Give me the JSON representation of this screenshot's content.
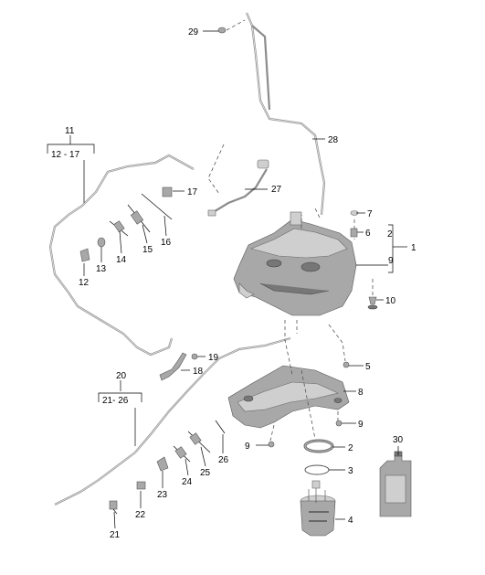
{
  "diagram": {
    "labels": {
      "p1": "1",
      "p2": "2",
      "p2b": "2",
      "p3": "3",
      "p4": "4",
      "p5": "5",
      "p6": "6",
      "p7": "7",
      "p8": "8",
      "p9": "9",
      "p9b": "9",
      "p9c": "9",
      "p10": "10",
      "p11": "11",
      "p11range": "12 - 17",
      "p12": "12",
      "p13": "13",
      "p14": "14",
      "p15": "15",
      "p16": "16",
      "p17": "17",
      "p18": "18",
      "p19": "19",
      "p20": "20",
      "p20range": "21- 26",
      "p21": "21",
      "p22": "22",
      "p23": "23",
      "p24": "24",
      "p25": "25",
      "p26": "26",
      "p27": "27",
      "p28": "28",
      "p29": "29",
      "p30": "30"
    },
    "colors": {
      "part_fill": "#a8a8a8",
      "part_light": "#cfcfcf",
      "part_dark": "#777777",
      "line": "#000000"
    }
  }
}
